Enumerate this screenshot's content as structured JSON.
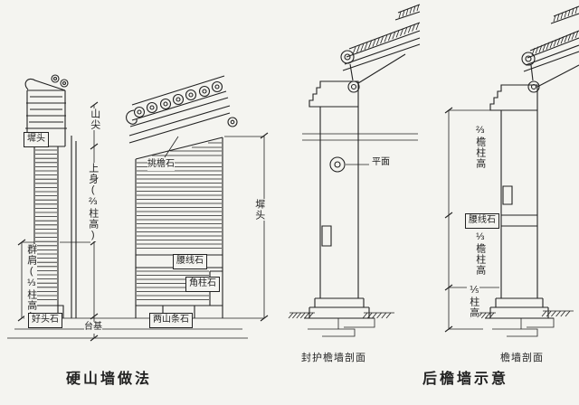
{
  "colors": {
    "paper": "#f4f4f0",
    "ink": "#222222"
  },
  "figure_left": {
    "caption": "硬山墙做法",
    "labels": {
      "shanjian": "山尖",
      "chitou": "墀头",
      "shangshen": "上身(⅔柱高)",
      "qunjian": "群肩(⅓柱高)",
      "haotoushi": "好头石",
      "taiji": "台基",
      "tiaoyanshi": "挑檐石",
      "chitou_dim": "墀头",
      "yaoxianshi": "腰线石",
      "jiaozhushi": "角柱石",
      "liangshan_tiaoshi": "两山条石"
    }
  },
  "figure_right": {
    "caption": "后檐墙示意",
    "sub_captions": {
      "fenghu": "封护檐墙剖面",
      "yanqiang": "檐墙剖面"
    },
    "labels": {
      "pingmian": "平面",
      "dim_two_thirds": "⅔檐柱高",
      "yaoxianshi": "腰线石",
      "dim_one_third": "⅓檐柱高",
      "dim_one_fifth": "⅕柱高"
    }
  }
}
